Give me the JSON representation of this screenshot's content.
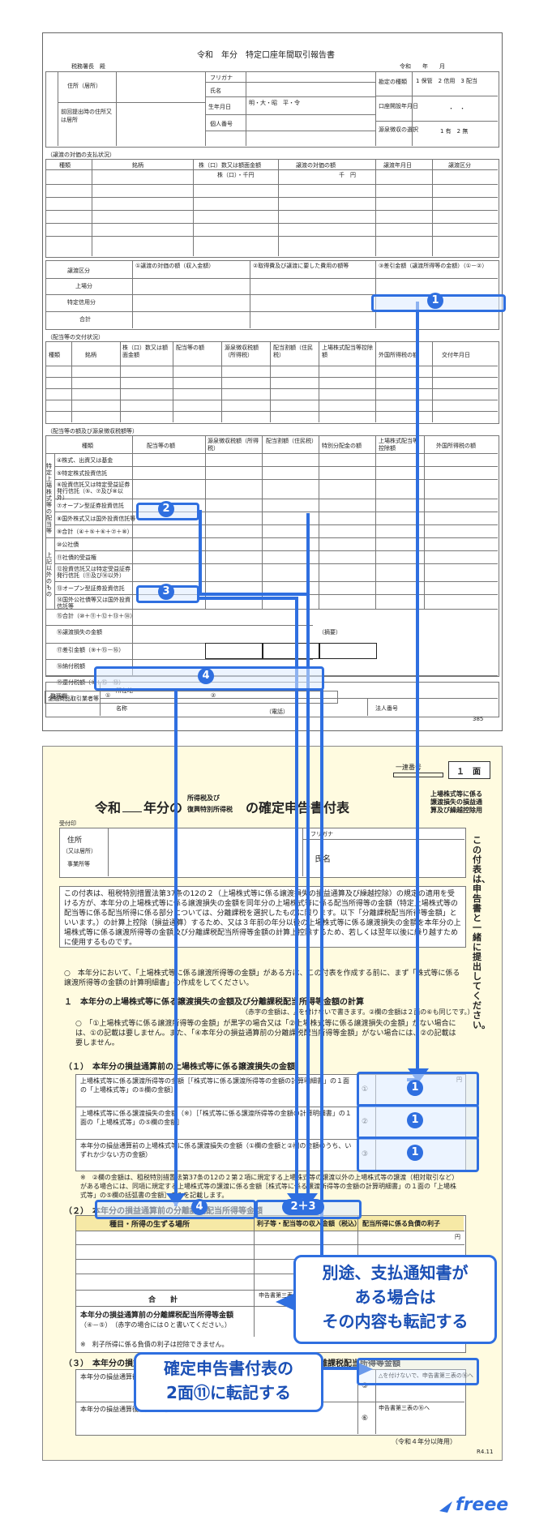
{
  "doc1": {
    "title": "令和　年分　特定口座年間取引報告書",
    "office": "税務署長　殿",
    "era_row": "令和　　年　　月",
    "owner_labels": [
      "住所（居所）",
      "前回提出時の住所又は居所",
      "フリガナ",
      "氏名",
      "生年月日",
      "個人番号"
    ],
    "birth_era": "明・大・昭　平・令",
    "account_labels": [
      "勘定の種類",
      "口座開設年月日",
      "源泉徴収の選択"
    ],
    "account_values": [
      "1 保管　2 信用　3 配当",
      "・　・",
      "1 有　2 無"
    ],
    "sec_transfer": "（譲渡の対価の支払状況）",
    "transfer_headers": [
      "種類",
      "銘柄",
      "株（口）数又は額面金額",
      "譲渡の対価の額",
      "譲渡年月日",
      "譲渡区分"
    ],
    "unit_shares": "株（口）・千円",
    "unit_yen": "千　円",
    "summary_headers": [
      "譲渡区分",
      "①譲渡の対価の額（収入金額）",
      "②取得費及び譲渡に要した費用の額等",
      "③差引金額（譲渡所得等の金額）（①－②）"
    ],
    "summary_rows": [
      "上場分",
      "特定信用分",
      "合計"
    ],
    "sec_dividend": "（配当等の交付状況）",
    "dividend_headers": [
      "種類",
      "銘柄",
      "株（口）数又は額面金額",
      "配当等の額",
      "源泉徴収税額（所得税）",
      "配当割額（住民税）",
      "上場株式配当等控除額",
      "外国所得税の額",
      "交付年月日"
    ],
    "sec_dividend2": "（配当等の額及び源泉徴収税額等）",
    "d2_headers": [
      "種類",
      "配当等の額",
      "源泉徴収税額（所得税）",
      "配当割額（住民税）",
      "特別分配金の額",
      "上場株式配当等控除額",
      "外国所得税の額"
    ],
    "d2_group1": "特定上場株式等の配当等",
    "d2_group2": "上記以外のもの",
    "d2_rows": [
      "④株式、出資又は基金",
      "⑤特定株式投資信託",
      "⑥投資信託又は特定受益証券発行信託（⑤、⑦及び⑧以外）",
      "⑦オープン型証券投資信託",
      "⑧国外株式又は国外投資信託等",
      "⑨合計（④＋⑤＋⑥＋⑦＋⑧）",
      "⑩公社債",
      "⑪社債的受益権",
      "⑫投資信託又は特定受益証券発行信託（⑪及び⑭以外）",
      "⑬オープン型証券投資信託",
      "⑭国外公社債等又は国外投資信託等",
      "⑮合計（⑩＋⑪＋⑫＋⑬＋⑭）"
    ],
    "loss_rows": [
      "⑯譲渡損失の金額",
      "⑰差引金額（⑨＋⑮－⑯）",
      "⑱納付税額",
      "⑲還付税額（⑨＋⑮－⑱）"
    ],
    "remarks": "（摘要）",
    "provider_labels": [
      "金融商品取引業者等",
      "所在地",
      "名称",
      "法人番号"
    ],
    "phone": "（電話）",
    "processing": "整理欄",
    "proc_marks": [
      "①",
      "②"
    ],
    "code": "385"
  },
  "doc2": {
    "page_label": "一連番号",
    "page_num": "１　面",
    "title_pre": "令和",
    "title_mid": "年分の",
    "title_small1": "所得税及び",
    "title_small2": "復興特別所得税",
    "title_post": "の確定申告書付表",
    "title_paren": "上場株式等に係る譲渡損失の損益通算及び繰越控除用",
    "stamp": "受付印",
    "address_labels": [
      "住所",
      "（又は居所）",
      "事業所等"
    ],
    "furigana": "フリガナ",
    "name": "氏名",
    "side_note": "この付表は、申告書と一緒に提出してください。",
    "intro": "この付表は、租税特別措置法第37条の12の２（上場株式等に係る譲渡損失の損益通算及び繰越控除）の規定の適用を受ける方が、本年分の上場株式等に係る譲渡損失の金額を同年分の上場株式等に係る配当所得等の金額（特定上場株式等の配当等に係る配当所得に係る部分については、分離課税を選択したものに限ります。以下「分離課税配当所得等金額」といいます。）の計算上控除（損益通算）するため、又は３年前の年分以後の上場株式等に係る譲渡損失の金額を本年分の上場株式等に係る譲渡所得等の金額及び分離課税配当所得等金額の計算上控除するため、若しくは翌年以後に繰り越すために使用するものです。",
    "notice1": "○　本年分において、「上場株式等に係る譲渡所得等の金額」がある方は、この付表を作成する前に、まず「株式等に係る譲渡所得等の金額の計算明細書」の作成をしてください。",
    "sec1": "１　本年分の上場株式等に係る譲渡損失の金額及び分離課税配当所得等金額の計算",
    "sec1_note": "（赤字の金額は、△を付けないで書きます。②欄の金額は２面の⑥も同じです。）",
    "notice2": "○　「①上場株式等に係る譲渡所得等の金額」が黒字の場合又は「②上場株式等に係る譲渡損失の金額」がない場合には、①の記載は要しません。また、「④本年分の損益通算前の分離課税配当所得等金額」がない場合には、②の記載は要しません。",
    "sub1": "（１）　本年分の損益通算前の上場株式等に係る譲渡損失の金額",
    "rows1": [
      {
        "label": "上場株式等に係る譲渡所得等の金額［「株式等に係る譲渡所得等の金額の計算明細書」の１面の「上場株式等」の⑤欄の金額］",
        "num": "①"
      },
      {
        "label": "上場株式等に係る譲渡損失の金額（※）［「株式等に係る譲渡所得等の金額の計算明細書」の１面の「上場株式等」の⑤欄の金額］",
        "num": "②"
      },
      {
        "label": "本年分の損益通算前の上場株式等に係る譲渡損失の金額（①欄の金額と②欄の金額のうち、いずれか少ない方の金額）",
        "num": "③"
      }
    ],
    "yen": "円",
    "note1": "※　②欄の金額は、租税特別措置法第37条の12の２第２項に規定する上場株式等の譲渡以外の上場株式等の譲渡（相対取引など）がある場合には、同項に規定する上場株式等の譲渡に係る金額［株式等に係る譲渡所得等の金額の計算明細書」の１面の「上場株式等」の⑤欄の括弧書の金額］のみを記載します。",
    "sub2": "（２）　本年分の損益通算前の分離課税配当所得等金額",
    "table2_headers": [
      "種目・所得の生ずる場所",
      "利子等・配当等の収入金額（税込）",
      "配当所得に係る負債の利子"
    ],
    "total": "合　　計",
    "stamp_label": "申告書第三表へ",
    "row4_label": "本年分の損益通算前の分離課税配当所得等金額",
    "row4_sub": "（④－⑤）　（赤字の場合には０と書いてください。）",
    "interest_note": "※　利子所得に係る負債の利子は控除できません。",
    "sec3": "（３）　本年分の損益通算後の上場株式等に係る譲渡損失の金額又は分離課税配当所得等金額",
    "row5_label": "本年分の損益通算後の上場株式等に係る譲渡損失の金額（③欄の金額－④欄の金額）",
    "row5_tag": "△を付けないで、申告書第三表の⑯へ",
    "row5_num": "⑤",
    "row6_label": "本年分の損益通算後の分離課税配当所得等金額（③欄の金額＝④欄の金額の場合）",
    "row6_tag": "申告書第三表の⑯へ",
    "row6_num": "⑥",
    "footer": "（令和４年分以降用）",
    "code": "R4.11"
  },
  "annotations": {
    "badges": [
      "1",
      "2",
      "3",
      "4",
      "1",
      "1",
      "1",
      "4",
      "2＋3"
    ],
    "callout1": [
      "別途、支払通知書が",
      "ある場合は",
      "その内容も転記する"
    ],
    "callout2": [
      "確定申告書付表の",
      "2面⑪に転記する"
    ]
  },
  "brand": "freee"
}
